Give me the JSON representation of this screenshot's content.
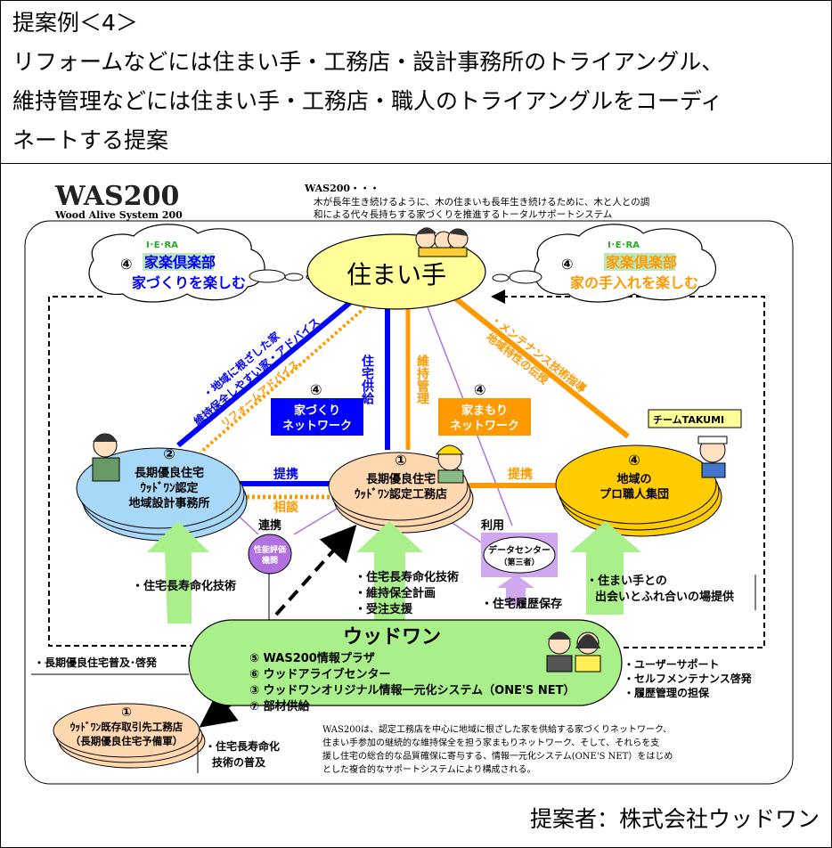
{
  "heading": {
    "line1": "提案例＜4＞",
    "line2": "リフォームなどには住まい手・工務店・設計事務所のトライアングル、",
    "line3": "維持管理などには住まい手・工務店・職人のトライアングルをコーディ",
    "line4": "ネートする提案"
  },
  "logo": {
    "name": "WAS200",
    "sub": "Wood Alive System 200"
  },
  "was200_desc": {
    "title": "WAS200・・・",
    "line1": "木が長年生き続けるように、木の住まいも長年生き続けるために、木と人との調",
    "line2": "和による代々長持ちする家づくりを推進するトータルサポートシステム"
  },
  "cloud_left": {
    "num": "④",
    "iera": "I･E･RA",
    "title": "家楽倶楽部",
    "sub": "家づくりを楽しむ"
  },
  "cloud_right": {
    "num": "④",
    "iera": "I･E･RA",
    "title": "家楽倶楽部",
    "sub": "家の手入れを楽しむ"
  },
  "resident": "住まい手",
  "labels": {
    "left_diag_1": "・地域に根ざした家",
    "left_diag_2": "維持保全しやすい家・アドバイス",
    "left_diag_3": "リフォームアドバイス",
    "supply": "住宅供給",
    "maintain": "維持管理",
    "right_diag_1": "・メンテナンス技術指導",
    "right_diag_2": "地域特性の伝授",
    "teikei_left": "提携",
    "soudan": "相談",
    "teikei_right": "提携",
    "renkei": "連携",
    "riyou": "利用"
  },
  "net_build": {
    "num": "④",
    "line1": "家づくり",
    "line2": "ネットワーク"
  },
  "net_protect": {
    "num": "④",
    "line1": "家まもり",
    "line2": "ネットワーク"
  },
  "team": "チームTAKUMI",
  "node_designer": {
    "num": "②",
    "line1": "長期優良住宅",
    "line2": "ｳｯﾄﾞﾜﾝ認定",
    "line3": "地域設計事務所"
  },
  "node_builder": {
    "num": "①",
    "line1": "長期優良住宅",
    "line2": "ｳｯﾄﾞﾜﾝ認定工務店"
  },
  "node_craftsmen": {
    "num": "④",
    "line1": "地域の",
    "line2": "プロ職人集団"
  },
  "node_eval": {
    "line1": "性能評価",
    "line2": "機関"
  },
  "node_datacenter": {
    "line1": "データセンター",
    "line2": "（第三者）"
  },
  "bullets": {
    "left": "・住宅長寿命化技術",
    "mid_1": "・住宅長寿命化技術",
    "mid_2": "・維持保全計画",
    "mid_3": "・受注支援",
    "history": "・住宅履歴保存",
    "right_1": "・住まい手との",
    "right_2": "出会いとふれ合いの場提供",
    "promo": "・長期優良住宅普及･啓発",
    "support_1": "・ユーザーサポート",
    "support_2": "・セルフメンテナンス啓発",
    "support_3": "・履歴管理の担保",
    "spread_1": "・住宅長寿命化",
    "spread_2": "技術の普及"
  },
  "woodone": {
    "title": "ウッドワン",
    "item1": "⑤ WAS200情報プラザ",
    "item2": "⑥ ウッドアライブセンター",
    "item3": "③ ウッドワンオリジナル情報一元化システム（ONE'S NET）",
    "item4": "⑦ 部材供給"
  },
  "existing": {
    "num": "①",
    "line1": "ｳｯﾄﾞﾜﾝ既存取引先工務店",
    "line2": "（長期優良住宅予備軍）"
  },
  "summary": {
    "line1": "WAS200は、認定工務店を中心に地域に根ざした家を供給する家づくりネットワーク、",
    "line2": "住まい手参加の継続的な維持保全を担う家まもりネットワーク、そして、それらを支",
    "line3": "援し住宅の総合的な品質確保に寄与する、情報一元化システム(ONE'S NET）をはじめ",
    "line4": "とした複合的なサポートシステムにより構成される。"
  },
  "proposer": "提案者：株式会社ウッドワン",
  "colors": {
    "blue": "#0000ff",
    "orange": "#ff9900",
    "purple": "#b070e0",
    "green": "#aaf08a",
    "yellow": "#ffff99",
    "peach": "#ffd8b0",
    "sky": "#a8d8f8"
  }
}
